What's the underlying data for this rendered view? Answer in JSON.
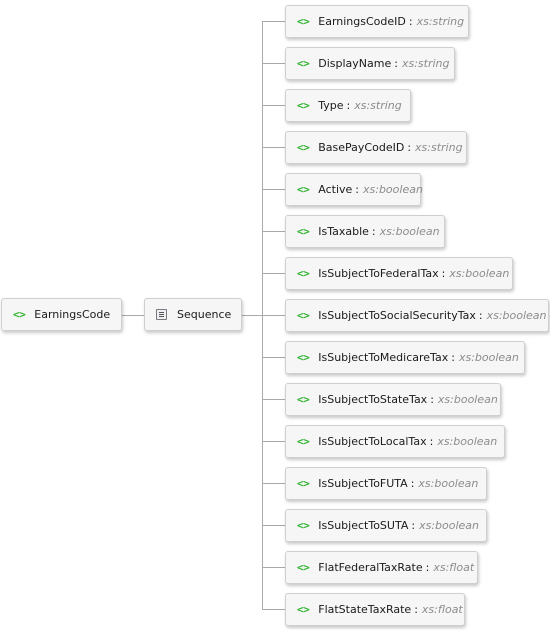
{
  "root": {
    "icon": "element-icon",
    "label": "EarningsCode"
  },
  "sequence": {
    "icon": "sequence-icon",
    "label": "Sequence"
  },
  "colors": {
    "element_icon": "#2fb52f",
    "type_text": "#8c8c8c",
    "connector": "#a9a9a9"
  },
  "children": [
    {
      "name": "EarningsCodeID",
      "type": "xs:string"
    },
    {
      "name": "DisplayName",
      "type": "xs:string"
    },
    {
      "name": "Type",
      "type": "xs:string"
    },
    {
      "name": "BasePayCodeID",
      "type": "xs:string"
    },
    {
      "name": "Active",
      "type": "xs:boolean"
    },
    {
      "name": "IsTaxable",
      "type": "xs:boolean"
    },
    {
      "name": "IsSubjectToFederalTax",
      "type": "xs:boolean"
    },
    {
      "name": "IsSubjectToSocialSecurityTax",
      "type": "xs:boolean"
    },
    {
      "name": "IsSubjectToMedicareTax",
      "type": "xs:boolean"
    },
    {
      "name": "IsSubjectToStateTax",
      "type": "xs:boolean"
    },
    {
      "name": "IsSubjectToLocalTax",
      "type": "xs:boolean"
    },
    {
      "name": "IsSubjectToFUTA",
      "type": "xs:boolean"
    },
    {
      "name": "IsSubjectToSUTA",
      "type": "xs:boolean"
    },
    {
      "name": "FlatFederalTaxRate",
      "type": "xs:float"
    },
    {
      "name": "FlatStateTaxRate",
      "type": "xs:float"
    }
  ]
}
